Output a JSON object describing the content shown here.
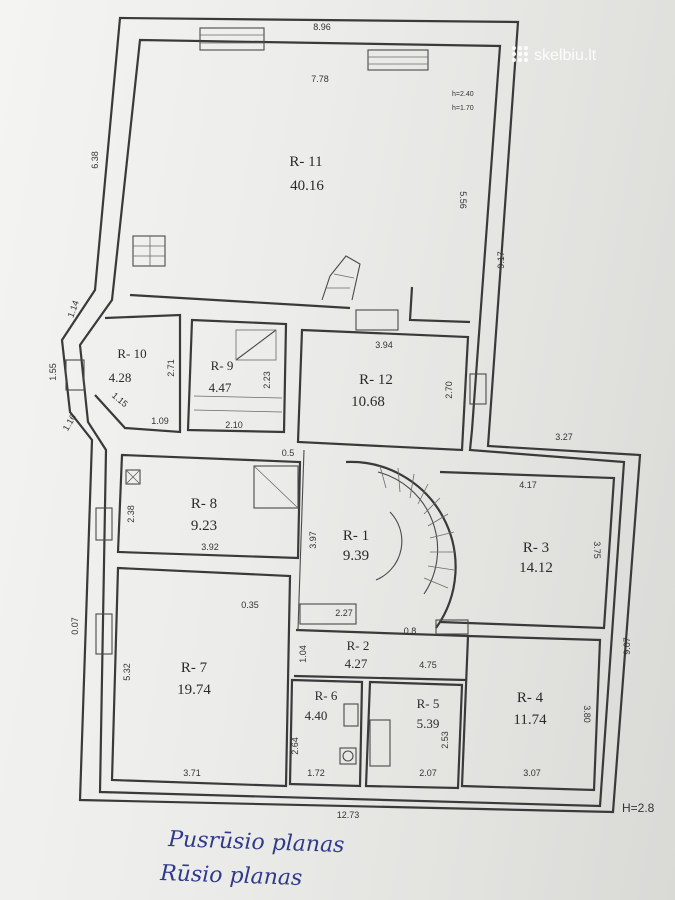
{
  "watermark": {
    "text": "skelbiu.lt"
  },
  "plan": {
    "height_marker": "H=2.8",
    "rooms": [
      {
        "id": "R- 11",
        "area": "40.16"
      },
      {
        "id": "R- 10",
        "area": "4.28"
      },
      {
        "id": "R- 9",
        "area": "4.47"
      },
      {
        "id": "R- 12",
        "area": "10.68"
      },
      {
        "id": "R- 8",
        "area": "9.23"
      },
      {
        "id": "R- 1",
        "area": "9.39"
      },
      {
        "id": "R- 3",
        "area": "14.12"
      },
      {
        "id": "R- 7",
        "area": "19.74"
      },
      {
        "id": "R- 2",
        "area": "4.27"
      },
      {
        "id": "R- 6",
        "area": "4.40"
      },
      {
        "id": "R- 5",
        "area": "5.39"
      },
      {
        "id": "R- 4",
        "area": "11.74"
      }
    ],
    "dimensions": [
      "8.96",
      "7.78",
      "6.38",
      "5.56",
      "9.17",
      "1.14",
      "1.55",
      "1.16",
      "2.71",
      "1.15",
      "1.09",
      "2.23",
      "2.10",
      "3.94",
      "2.70",
      "3.27",
      "4.17",
      "3.75",
      "2.38",
      "3.92",
      "3.97",
      "0.35",
      "2.27",
      "0.8",
      "0.07",
      "5.32",
      "1.04",
      "4.75",
      "9.07",
      "2.64",
      "1.72",
      "2.53",
      "2.07",
      "3.80",
      "3.07",
      "3.71",
      "12.73",
      "0.5",
      "h=2.40",
      "h=1.70"
    ]
  },
  "handwriting": {
    "line1": "Pusrūsio planas",
    "line2": "Rūsio planas"
  }
}
